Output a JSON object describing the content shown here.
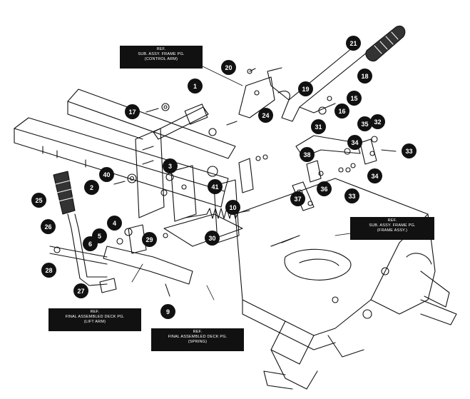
{
  "callouts": {
    "c1": "1",
    "c2": "2",
    "c3": "3",
    "c4": "4",
    "c5": "5",
    "c6": "6",
    "c9": "9",
    "c10": "10",
    "c15": "15",
    "c16": "16",
    "c17": "17",
    "c18": "18",
    "c19": "19",
    "c20": "20",
    "c21": "21",
    "c24": "24",
    "c25": "25",
    "c26": "26",
    "c27": "27",
    "c28": "28",
    "c29": "29",
    "c30": "30",
    "c31": "31",
    "c32": "32",
    "c33a": "33",
    "c33b": "33",
    "c34a": "34",
    "c34b": "34",
    "c35": "35",
    "c36": "36",
    "c37": "37",
    "c38": "38",
    "c40": "40",
    "c41": "41"
  },
  "refs": {
    "control_arm": {
      "l1": "REF.",
      "l2": "SUB. ASSY. FRAME PG.",
      "l3": "(CONTROL ARM)"
    },
    "frame_assy": {
      "l1": "REF.",
      "l2": "SUB. ASSY. FRAME PG.",
      "l3": "(FRAME ASSY.)"
    },
    "lift_arm": {
      "l1": "REF.",
      "l2": "FINAL ASSEMBLED DECK PG.",
      "l3": "(LIFT ARM)"
    },
    "spring": {
      "l1": "REF.",
      "l2": "FINAL ASSEMBLED DECK PG.",
      "l3": "(SPRING)"
    }
  },
  "colors": {
    "ink": "#111111",
    "paper": "#ffffff",
    "shade": "#777777"
  }
}
